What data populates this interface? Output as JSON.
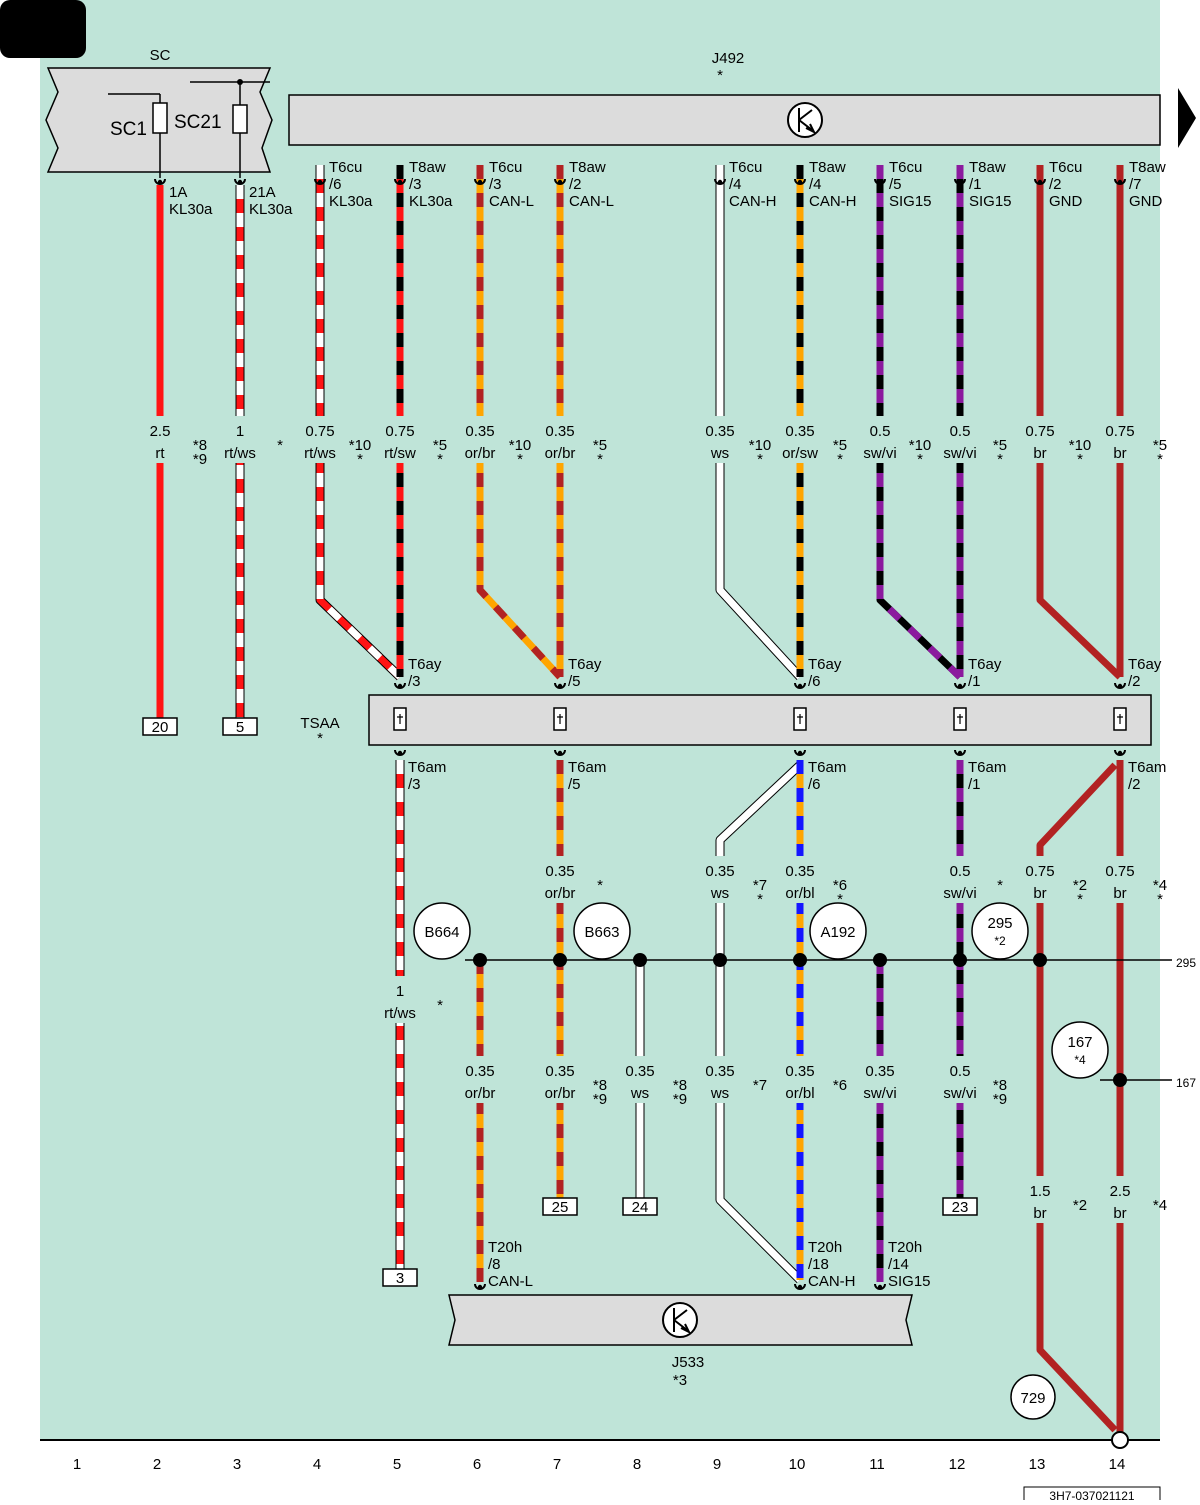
{
  "colors": {
    "background": "#bfe4d8",
    "component_fill": "#dcdcdc",
    "rt": "#ff1414",
    "ws": "#ffffff",
    "sw": "#000000",
    "or": "#ffa500",
    "br": "#b22222",
    "vi": "#8b1a9e",
    "bl": "#1515ff"
  },
  "components": {
    "sc": {
      "name": "SC",
      "fuse1": "SC1",
      "fuse2": "SC21"
    },
    "j492": {
      "name": "J492",
      "note": "*"
    },
    "tsaa": {
      "name": "TSAA",
      "note": "*"
    },
    "j533": {
      "name": "J533",
      "note": "*3"
    }
  },
  "terminals": {
    "top": [
      {
        "pin": "1A",
        "signal": "KL30a",
        "col": 2
      },
      {
        "pin": "21A",
        "signal": "KL30a",
        "col": 3
      },
      {
        "pin": "T6cu",
        "sub": "/6",
        "signal": "KL30a",
        "col": 4
      },
      {
        "pin": "T8aw",
        "sub": "/3",
        "signal": "KL30a",
        "col": 5
      },
      {
        "pin": "T6cu",
        "sub": "/3",
        "signal": "CAN-L",
        "col": 6
      },
      {
        "pin": "T8aw",
        "sub": "/2",
        "signal": "CAN-L",
        "col": 7
      },
      {
        "pin": "T6cu",
        "sub": "/4",
        "signal": "CAN-H",
        "col": 9
      },
      {
        "pin": "T8aw",
        "sub": "/4",
        "signal": "CAN-H",
        "col": 10
      },
      {
        "pin": "T6cu",
        "sub": "/5",
        "signal": "SIG15",
        "col": 11
      },
      {
        "pin": "T8aw",
        "sub": "/1",
        "signal": "SIG15",
        "col": 12
      },
      {
        "pin": "T6cu",
        "sub": "/2",
        "signal": "GND",
        "col": 13
      },
      {
        "pin": "T8aw",
        "sub": "/7",
        "signal": "GND",
        "col": 14
      }
    ],
    "tsaa_in": [
      {
        "pin": "T6ay",
        "sub": "/3",
        "col": 5
      },
      {
        "pin": "T6ay",
        "sub": "/5",
        "col": 7
      },
      {
        "pin": "T6ay",
        "sub": "/6",
        "col": 10
      },
      {
        "pin": "T6ay",
        "sub": "/1",
        "col": 12
      },
      {
        "pin": "T6ay",
        "sub": "/2",
        "col": 14
      }
    ],
    "tsaa_out": [
      {
        "pin": "T6am",
        "sub": "/3",
        "col": 5
      },
      {
        "pin": "T6am",
        "sub": "/5",
        "col": 7
      },
      {
        "pin": "T6am",
        "sub": "/6",
        "col": 10
      },
      {
        "pin": "T6am",
        "sub": "/1",
        "col": 12
      },
      {
        "pin": "T6am",
        "sub": "/2",
        "col": 14
      }
    ],
    "j533": [
      {
        "pin": "T20h",
        "sub": "/8",
        "signal": "CAN-L",
        "col": 6
      },
      {
        "pin": "T20h",
        "sub": "/18",
        "signal": "CAN-H",
        "col": 10
      },
      {
        "pin": "T20h",
        "sub": "/14",
        "signal": "SIG15",
        "col": 11
      }
    ]
  },
  "wire_labels_top": [
    {
      "size": "2.5",
      "color": "rt",
      "note": "*8\n*9",
      "col": 2
    },
    {
      "size": "1",
      "color": "rt/ws",
      "note": "*",
      "col": 3
    },
    {
      "size": "0.75",
      "color": "rt/ws",
      "note": "*10\n*",
      "col": 4
    },
    {
      "size": "0.75",
      "color": "rt/sw",
      "note": "*5\n*",
      "col": 5
    },
    {
      "size": "0.35",
      "color": "or/br",
      "note": "*10\n*",
      "col": 6
    },
    {
      "size": "0.35",
      "color": "or/br",
      "note": "*5\n*",
      "col": 7
    },
    {
      "size": "0.35",
      "color": "ws",
      "note": "*10\n*",
      "col": 9
    },
    {
      "size": "0.35",
      "color": "or/sw",
      "note": "*5\n*",
      "col": 10
    },
    {
      "size": "0.5",
      "color": "sw/vi",
      "note": "*10\n*",
      "col": 11
    },
    {
      "size": "0.5",
      "color": "sw/vi",
      "note": "*5\n*",
      "col": 12
    },
    {
      "size": "0.75",
      "color": "br",
      "note": "*10\n*",
      "col": 13
    },
    {
      "size": "0.75",
      "color": "br",
      "note": "*5\n*",
      "col": 14
    }
  ],
  "wire_labels_mid": [
    {
      "size": "0.35",
      "color": "or/br",
      "note": "*",
      "col": 7
    },
    {
      "size": "0.35",
      "color": "ws",
      "note": "*7\n*",
      "col": 9
    },
    {
      "size": "0.35",
      "color": "or/bl",
      "note": "*6\n*",
      "col": 10
    },
    {
      "size": "0.5",
      "color": "sw/vi",
      "note": "*",
      "col": 12
    },
    {
      "size": "0.75",
      "color": "br",
      "note": "*2\n*",
      "col": 13
    },
    {
      "size": "0.75",
      "color": "br",
      "note": "*4\n*",
      "col": 14
    }
  ],
  "wire_labels_low": [
    {
      "size": "1",
      "color": "rt/ws",
      "note": "*",
      "col": 5
    },
    {
      "size": "0.35",
      "color": "or/br",
      "note": "",
      "col": 6
    },
    {
      "size": "0.35",
      "color": "or/br",
      "note": "*8\n*9",
      "col": 7
    },
    {
      "size": "0.35",
      "color": "ws",
      "note": "*8\n*9",
      "col": 8
    },
    {
      "size": "0.35",
      "color": "ws",
      "note": "*7",
      "col": 9
    },
    {
      "size": "0.35",
      "color": "or/bl",
      "note": "*6",
      "col": 10
    },
    {
      "size": "0.35",
      "color": "sw/vi",
      "note": "",
      "col": 11
    },
    {
      "size": "0.5",
      "color": "sw/vi",
      "note": "*8\n*9",
      "col": 12
    }
  ],
  "wire_labels_bottom": [
    {
      "size": "1.5",
      "color": "br",
      "note": "*2",
      "col": 13
    },
    {
      "size": "2.5",
      "color": "br",
      "note": "*4",
      "col": 14
    }
  ],
  "connections": {
    "left": [
      {
        "code": "20",
        "col": 2
      },
      {
        "code": "5",
        "col": 3
      }
    ],
    "low": [
      {
        "code": "25",
        "col": 7
      },
      {
        "code": "24",
        "col": 8
      },
      {
        "code": "23",
        "col": 12
      },
      {
        "code": "3",
        "col": 5
      }
    ]
  },
  "bus_labels": [
    {
      "label": "B664",
      "sub": ""
    },
    {
      "label": "B663",
      "sub": ""
    },
    {
      "label": "A192",
      "sub": ""
    },
    {
      "label": "295",
      "sub": "*2"
    },
    {
      "label": "167",
      "sub": "*4"
    },
    {
      "label": "729",
      "sub": ""
    }
  ],
  "bus_refs": {
    "top": "295",
    "right": "167"
  },
  "columns": [
    "1",
    "2",
    "3",
    "4",
    "5",
    "6",
    "7",
    "8",
    "9",
    "10",
    "11",
    "12",
    "13",
    "14"
  ],
  "diagram_code": "3H7-037021121"
}
